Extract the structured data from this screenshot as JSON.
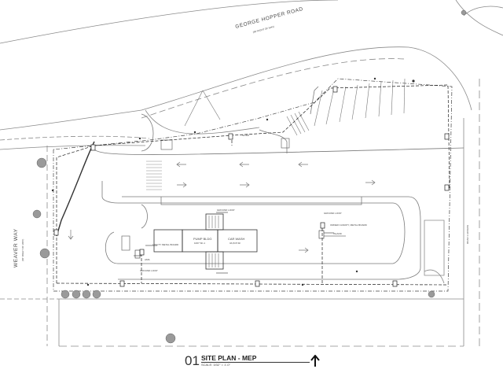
{
  "drawing": {
    "road_top": "GEORGE HOPPER ROAD",
    "road_top_sub": "(90' RIGHT OF WAY)",
    "road_left": "WEAVER WAY",
    "road_left_sub": "(60' RIGHT OF WAY)",
    "road_right_sub": "ROAD 1 ACCESS",
    "pump_block": "PUMP BLDG",
    "pump_block_sub": "1007 SF-1",
    "car_wash": "CAR WASH",
    "car_wash_sub": "3A,515 SF",
    "label_ground_loop_a": "GROUND LOOP",
    "label_ground_loop_b": "GROUND LOOP",
    "label_ground_loop_c": "GROUND LOOP",
    "label_utility_panel": "UTILITY METAL BOARD",
    "label_order_canopy": "ORDER CANOPY, METAL BOARD",
    "label_island": "ISLAND",
    "label_ams": "AMS",
    "label_pole": "SL-6M"
  },
  "title_block": {
    "number": "01",
    "title": "SITE PLAN - MEP",
    "scale": "SCALE: 3/32\" = 1'-0\""
  },
  "colors": {
    "line": "#6b6b6b",
    "dark": "#2a2a2a",
    "background": "#ffffff"
  },
  "icons": {
    "north": "north-arrow-icon"
  }
}
